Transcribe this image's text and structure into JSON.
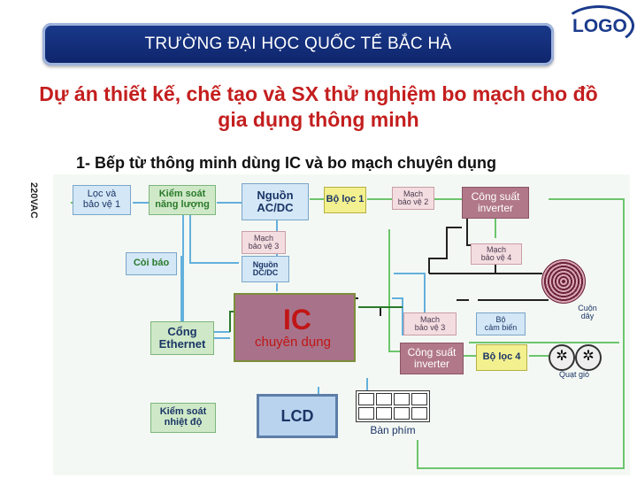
{
  "header": {
    "title": "TRƯỜNG ĐẠI HỌC QUỐC TẾ BẮC HÀ",
    "logo": "LOGO"
  },
  "title": "Dự án thiết kế, chế tạo và SX thử nghiệm bo mạch cho đồ gia dụng thông minh",
  "subtitle": "1- Bếp từ thông minh dùng IC và bo mạch chuyên dụng",
  "diagram": {
    "input_label": "220VAC",
    "blocks": {
      "loc_bao_ve_1": "Lọc và\nbảo vệ 1",
      "kiem_soat_nang_luong": "Kiểm soát\nnăng lượng",
      "nguon_acdc": "Nguồn\nAC/DC",
      "bo_loc_1": "Bộ lọc 1",
      "mach_bao_ve_2": "Mạch\nbảo vệ 2",
      "cong_suat_inverter_top": "Công suất\ninverter",
      "mach_bao_ve_3_top": "Mạch\nbảo vệ 3",
      "nguon_dcdc": "Nguồn\nDC/DC",
      "mach_bao_ve_4": "Mạch\nbảo vệ 4",
      "coi_bao": "Còi báo",
      "ic": "IC",
      "ic_sub": "chuyên dụng",
      "cuon_day": "Cuộn\ndây",
      "cong_ethernet": "Cổng\nEthernet",
      "mach_bao_ve_3_mid": "Mạch\nbảo vệ 3",
      "bo_cam_bien": "Bộ\ncảm biến",
      "cong_suat_inverter_bottom": "Công suất\ninverter",
      "bo_loc_4": "Bộ lọc 4",
      "quat_gio": "Quạt gió",
      "lcd": "LCD",
      "kiem_soat_nhiet_do": "Kiểm soát\nnhiệt độ",
      "ban_phim": "Bàn phím"
    }
  }
}
